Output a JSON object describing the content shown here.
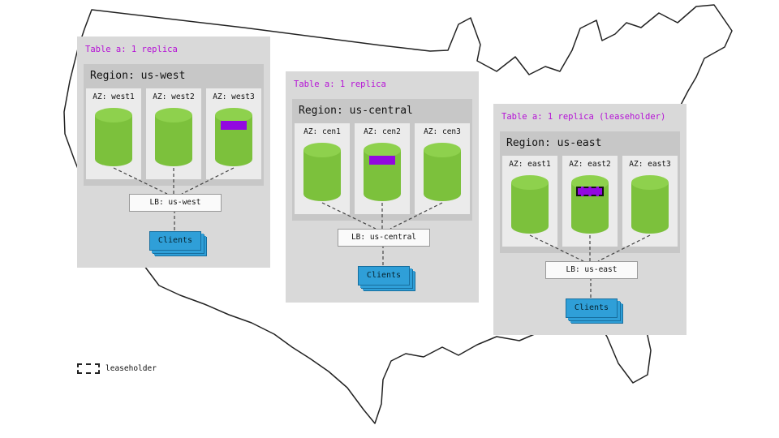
{
  "regions": [
    {
      "title": "Table a: 1 replica",
      "region_label": "Region: us-west",
      "azs": [
        {
          "label": "AZ: west1",
          "replica": false,
          "leaseholder": false
        },
        {
          "label": "AZ: west2",
          "replica": false,
          "leaseholder": false
        },
        {
          "label": "AZ: west3",
          "replica": true,
          "leaseholder": false
        }
      ],
      "lb_label": "LB: us-west",
      "clients_label": "Clients"
    },
    {
      "title": "Table a: 1 replica",
      "region_label": "Region: us-central",
      "azs": [
        {
          "label": "AZ: cen1",
          "replica": false,
          "leaseholder": false
        },
        {
          "label": "AZ: cen2",
          "replica": true,
          "leaseholder": false
        },
        {
          "label": "AZ: cen3",
          "replica": false,
          "leaseholder": false
        }
      ],
      "lb_label": "LB: us-central",
      "clients_label": "Clients"
    },
    {
      "title": "Table a: 1 replica (leaseholder)",
      "region_label": "Region: us-east",
      "azs": [
        {
          "label": "AZ: east1",
          "replica": false,
          "leaseholder": false
        },
        {
          "label": "AZ: east2",
          "replica": true,
          "leaseholder": true
        },
        {
          "label": "AZ: east3",
          "replica": false,
          "leaseholder": false
        }
      ],
      "lb_label": "LB: us-east",
      "clients_label": "Clients"
    }
  ],
  "legend": {
    "label": "leaseholder"
  },
  "colors": {
    "panel_bg": "#d9d9d9",
    "region_bg": "#c7c7c7",
    "az_bg": "#ebebeb",
    "cylinder_green": "#7cc13c",
    "replica_purple": "#9208e0",
    "title_purple": "#b511d6",
    "clients_blue": "#2f9fd8",
    "map_outline": "#222222"
  }
}
